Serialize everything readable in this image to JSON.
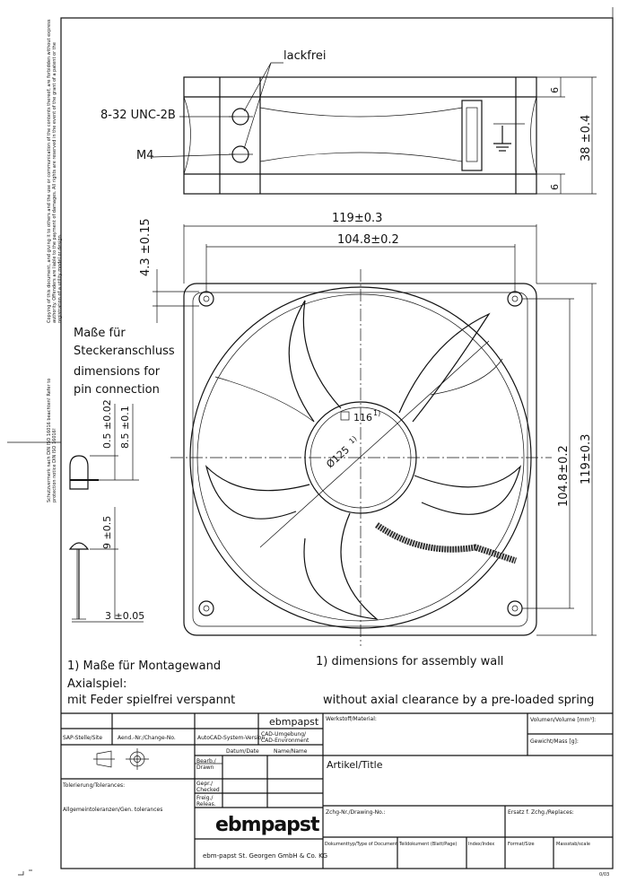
{
  "side_notes": {
    "copyright": "Copying of this document, and giving it to others and the use or communication of the contents thereof, are forbidden without express authority. Offenders are liable to the payment of damages. All rights are reserved in the event of the grant of a patent or the registration of a utility model or design.",
    "protection": "Schutzvermerk nach DIN ISO 16016 beachten! Refer to protection notice DIN ISO 16016!"
  },
  "top_view": {
    "note_lackfrei": "lackfrei",
    "thread_1": "8-32 UNC-2B",
    "thread_2": "M4",
    "dim_6_top": "6",
    "dim_6_bottom": "6",
    "dim_height": "38 ±0.4"
  },
  "front_view": {
    "dim_width_outer": "119±0.3",
    "dim_width_holes": "104.8±0.2",
    "dim_hole": "4.3 ±0.15",
    "dim_height_holes": "104.8±0.2",
    "dim_height_outer": "119±0.3",
    "dim_square": "116",
    "dim_square_note": "1)",
    "dim_diameter": "Ø125",
    "dim_diameter_note": "1)"
  },
  "pin_detail": {
    "title_de_1": "Maße für",
    "title_de_2": "Steckeranschluss",
    "title_en_1": "dimensions for",
    "title_en_2": "pin connection",
    "dim_1": "0.5 ±0.02",
    "dim_2": "8.5 ±0.1",
    "dim_3": "9 ±0.5",
    "dim_4": "3 ±0.05"
  },
  "notes": {
    "note_de": "1) Maße für Montagewand",
    "note_en": "1) dimensions for assembly wall",
    "axial_de_1": "Axialspiel:",
    "axial_de_2": "mit Feder spielfrei verspannt",
    "axial_en": "without axial clearance by a pre-loaded spring"
  },
  "title_block": {
    "brand_small": "ebmpapst",
    "sap": "SAP-Stelle/Site",
    "aend": "Aend.-Nr./Change-No.",
    "autocad": "AutoCAD-System-Version",
    "cad_env_1": "CAD-Umgebung/",
    "cad_env_2": "CAD-Environment",
    "date": "Datum/Date",
    "name": "Name/Name",
    "drawn_1": "Bearb./",
    "drawn_2": "Drawn",
    "checked_1": "Gepr./",
    "checked_2": "Checked",
    "release_1": "Freig./",
    "release_2": "Releas.",
    "tolerancing": "Tolerierung/Tolerances:",
    "general_tol": "Allgemeintoleranzen/Gen. tolerances",
    "logo": "ebmpapst",
    "company": "ebm-papst St. Georgen GmbH & Co. KG",
    "material": "Werkstoff/Material:",
    "volume": "Volumen/Volume [mm³]:",
    "mass": "Gewicht/Mass [g]:",
    "article": "Artikel/Title",
    "drawing_no": "Zchg-Nr./Drawing-No.:",
    "replaces": "Ersatz f. Zchg./Replaces:",
    "doc_type": "Dokumenttyp/Type of Document",
    "page": "Teildokument (Blatt/Page)",
    "index": "Index/Index",
    "size": "Format/Size",
    "scale": "Massstab/scale",
    "sheet_code": "0/03"
  }
}
